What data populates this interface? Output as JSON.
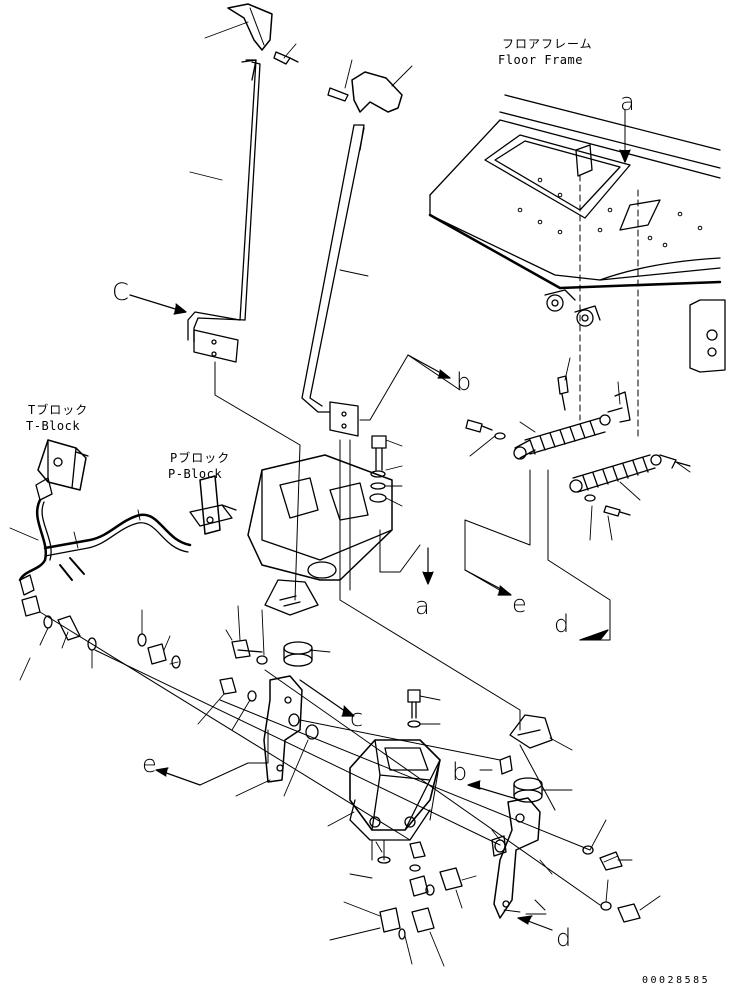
{
  "labels": {
    "floor_frame_jp": "フロアフレーム",
    "floor_frame_en": "Floor Frame",
    "t_block_jp": "Tブロック",
    "t_block_en": "T-Block",
    "p_block_jp": "Pブロック",
    "p_block_en": "P-Block"
  },
  "reference_letters": {
    "a_top": "a",
    "a_mid": "a",
    "b_top": "b",
    "b_low": "b",
    "c_left": "C",
    "c_mid": "c",
    "d_right": "d",
    "d_bottom": "d",
    "e_right": "e",
    "e_left": "e"
  },
  "document_number": "00028585",
  "colors": {
    "line": "#000000",
    "background": "#ffffff"
  }
}
